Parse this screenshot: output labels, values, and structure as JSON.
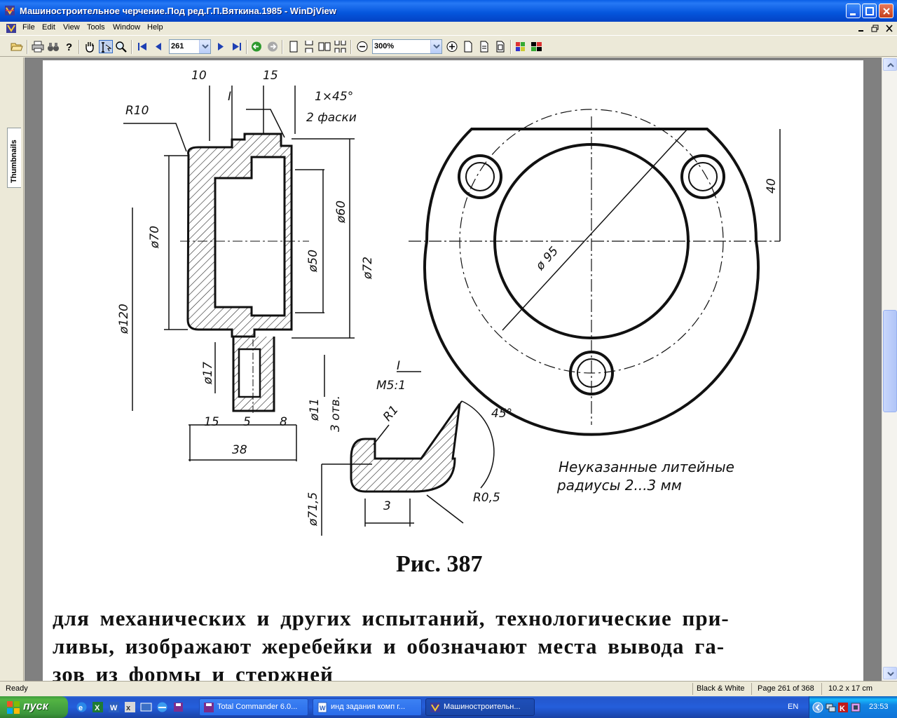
{
  "window": {
    "title": "Машиностроительное черчение.Под ред.Г.П.Вяткина.1985 - WinDjView"
  },
  "menu": [
    "File",
    "Edit",
    "View",
    "Tools",
    "Window",
    "Help"
  ],
  "toolbar": {
    "page_number": "261",
    "zoom": "300%"
  },
  "sidepanel": {
    "tab_label": "Thumbnails"
  },
  "document": {
    "dimensions": {
      "d10": "10",
      "d15_top": "15",
      "chamfer": "1×45°",
      "chamfer_count": "2 фаски",
      "r10": "R10",
      "section_mark": "I",
      "d70": "ø70",
      "d60": "ø60",
      "d50": "ø50",
      "d72": "ø72",
      "d120": "ø120",
      "d17": "ø17",
      "d11": "ø11",
      "holes": "3 отв.",
      "b15": "15",
      "b5": "5",
      "b8": "8",
      "b38": "38",
      "d95": "ø 95",
      "h40": "40",
      "detail_label": "I",
      "detail_scale": "M5:1",
      "r1": "R1",
      "angle45": "45°",
      "d71_5": "ø71,5",
      "w3": "3",
      "r0_5": "R0,5"
    },
    "note_line1": "Неуказанные  литейные",
    "note_line2": "радиусы  2...3 мм",
    "caption": "Рис.  387",
    "body_line1": "для механических и других испытаний, технологические при-",
    "body_line2": "ливы, изображают жеребейки и обозначают места вывода га-",
    "body_line3": "зов из формы и стержней"
  },
  "status": {
    "ready": "Ready",
    "mode": "Black & White",
    "page": "Page 261 of 368",
    "size": "10.2 x 17 cm"
  },
  "taskbar": {
    "start": "пуск",
    "tasks": [
      "Total Commander 6.0...",
      "инд задания комп г...",
      "Машиностроительн..."
    ],
    "lang": "EN",
    "clock": "23:53"
  }
}
